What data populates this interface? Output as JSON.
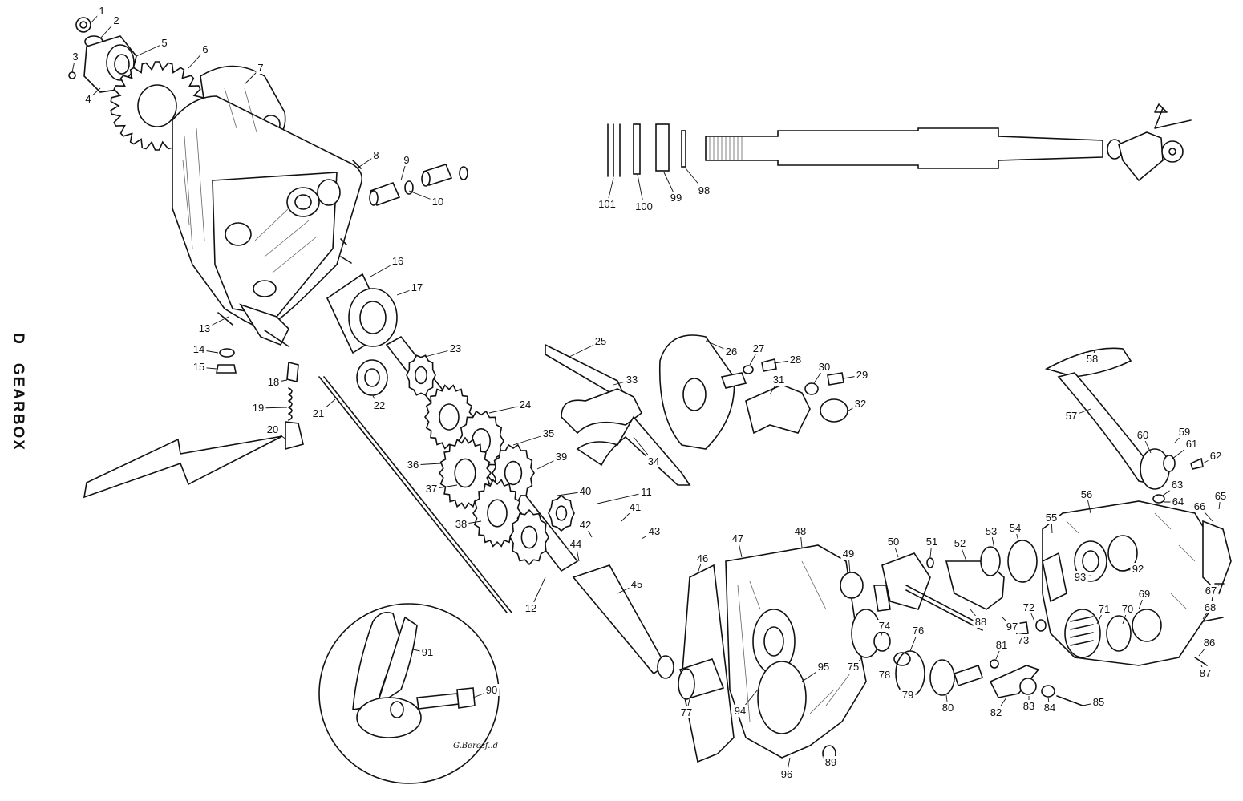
{
  "page": {
    "section_letter": "D",
    "section_title": "GEARBOX",
    "signature": "G.Beresf..d"
  },
  "callouts": [
    "1",
    "2",
    "3",
    "4",
    "5",
    "6",
    "7",
    "8",
    "9",
    "10",
    "11",
    "12",
    "13",
    "14",
    "15",
    "16",
    "17",
    "18",
    "19",
    "20",
    "21",
    "22",
    "23",
    "24",
    "25",
    "26",
    "27",
    "28",
    "29",
    "30",
    "31",
    "32",
    "33",
    "34",
    "35",
    "36",
    "37",
    "38",
    "39",
    "40",
    "41",
    "42",
    "43",
    "44",
    "45",
    "46",
    "47",
    "48",
    "49",
    "50",
    "51",
    "52",
    "53",
    "54",
    "55",
    "56",
    "57",
    "58",
    "59",
    "60",
    "61",
    "62",
    "63",
    "64",
    "65",
    "66",
    "67",
    "68",
    "69",
    "70",
    "71",
    "72",
    "73",
    "74",
    "75",
    "76",
    "77",
    "78",
    "79",
    "80",
    "81",
    "82",
    "83",
    "84",
    "85",
    "86",
    "87",
    "88",
    "89",
    "90",
    "91",
    "92",
    "93",
    "94",
    "95",
    "96",
    "97",
    "98",
    "99",
    "100",
    "101"
  ],
  "colors": {
    "ink": "#111111",
    "paper": "#ffffff"
  }
}
